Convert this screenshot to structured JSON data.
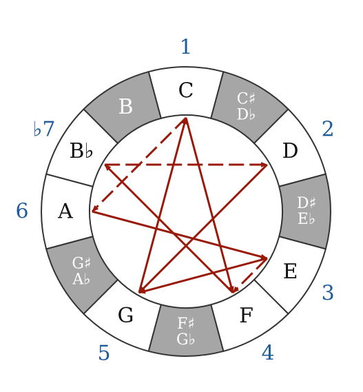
{
  "colors": {
    "natural_fill": "#ffffff",
    "accidental_fill": "#a6a6a6",
    "outline": "#333333",
    "natural_text": "#111111",
    "accidental_text": "#ffffff",
    "degree_text": "#1f5c99",
    "arrow": "#991a0a"
  },
  "notes": [
    {
      "lines": [
        "C"
      ],
      "type": "natural"
    },
    {
      "lines": [
        "C♯",
        "D♭"
      ],
      "type": "accidental"
    },
    {
      "lines": [
        "D"
      ],
      "type": "natural"
    },
    {
      "lines": [
        "D♯",
        "E♭"
      ],
      "type": "accidental"
    },
    {
      "lines": [
        "E"
      ],
      "type": "natural"
    },
    {
      "lines": [
        "F"
      ],
      "type": "natural"
    },
    {
      "lines": [
        "F♯",
        "G♭"
      ],
      "type": "accidental"
    },
    {
      "lines": [
        "G"
      ],
      "type": "natural"
    },
    {
      "lines": [
        "G♯",
        "A♭"
      ],
      "type": "accidental"
    },
    {
      "lines": [
        "A"
      ],
      "type": "natural"
    },
    {
      "lines": [
        "B♭"
      ],
      "type": "natural"
    },
    {
      "lines": [
        "B"
      ],
      "type": "accidental"
    }
  ],
  "degrees": [
    {
      "label": "1",
      "note_index": 0
    },
    {
      "label": "2",
      "note_index": 2
    },
    {
      "label": "3",
      "note_index": 4
    },
    {
      "label": "4",
      "note_index": 5
    },
    {
      "label": "5",
      "note_index": 7
    },
    {
      "label": "6",
      "note_index": 9
    },
    {
      "label": "♭7",
      "note_index": 10
    }
  ],
  "arrows": [
    {
      "from": 0,
      "to": 5,
      "style": "solid"
    },
    {
      "from": 5,
      "to": 10,
      "style": "solid"
    },
    {
      "from": 10,
      "to": 2,
      "style": "dashed"
    },
    {
      "from": 2,
      "to": 7,
      "style": "solid"
    },
    {
      "from": 7,
      "to": 0,
      "style": "solid"
    },
    {
      "from": 0,
      "to": 9,
      "style": "dashed"
    },
    {
      "from": 9,
      "to": 4,
      "style": "solid"
    },
    {
      "from": 4,
      "to": 7,
      "style": "solid"
    },
    {
      "from": 4,
      "to": 5,
      "style": "dashed"
    }
  ]
}
